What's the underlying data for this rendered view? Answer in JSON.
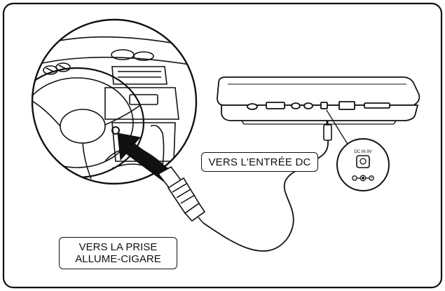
{
  "callouts": {
    "dc_input": "VERS L'ENTRÉE DC",
    "cigarette_socket_line1": "VERS LA PRISE",
    "cigarette_socket_line2": "ALLUME-CIGARE"
  },
  "dc_port_detail": {
    "label": "DC IN 9V",
    "polarity_negative": "−",
    "polarity_positive": "+"
  },
  "colors": {
    "ink": "#111111",
    "background": "#ffffff"
  }
}
